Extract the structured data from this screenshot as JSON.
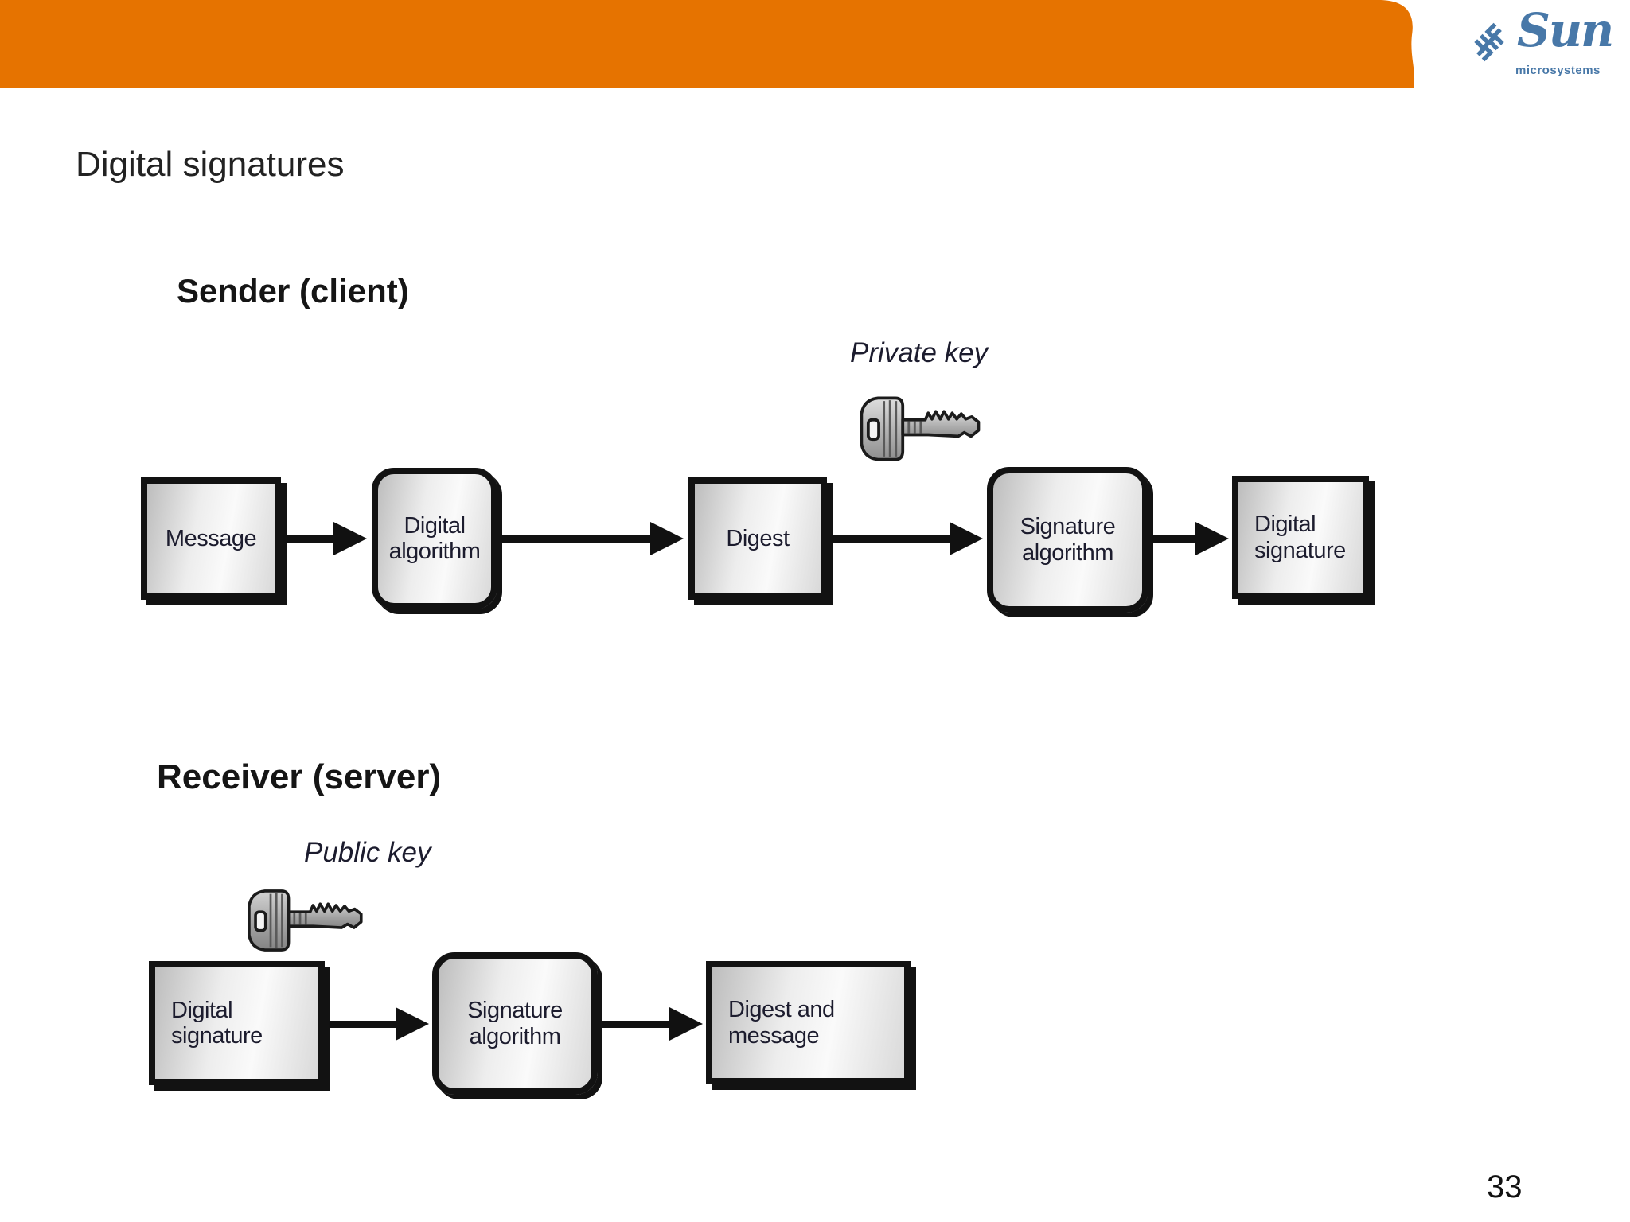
{
  "header": {
    "bar_color": "#E67300",
    "logo": {
      "brand": "Sun",
      "sub": "microsystems",
      "color": "#4878A8"
    }
  },
  "slide": {
    "title": "Digital signatures",
    "page_number": "33"
  },
  "diagram": {
    "sender": {
      "label": "Sender (client)",
      "key_label": "Private key",
      "key_icon": "private-key-icon",
      "nodes": [
        {
          "label": "Message",
          "shape": "rect"
        },
        {
          "label": "Digital algorithm",
          "shape": "rounded"
        },
        {
          "label": "Digest",
          "shape": "rect"
        },
        {
          "label": "Signature algorithm",
          "shape": "rounded"
        },
        {
          "label": "Digital signature",
          "shape": "rect"
        }
      ],
      "flow": [
        "Message",
        "Digital algorithm",
        "Digest",
        "Signature algorithm",
        "Digital signature"
      ]
    },
    "receiver": {
      "label": "Receiver (server)",
      "key_label": "Public key",
      "key_icon": "public-key-icon",
      "nodes": [
        {
          "label": "Digital signature",
          "shape": "rect"
        },
        {
          "label": "Signature algorithm",
          "shape": "rounded"
        },
        {
          "label": "Digest and message",
          "shape": "rect"
        }
      ],
      "flow": [
        "Digital signature",
        "Signature algorithm",
        "Digest and message"
      ]
    }
  }
}
